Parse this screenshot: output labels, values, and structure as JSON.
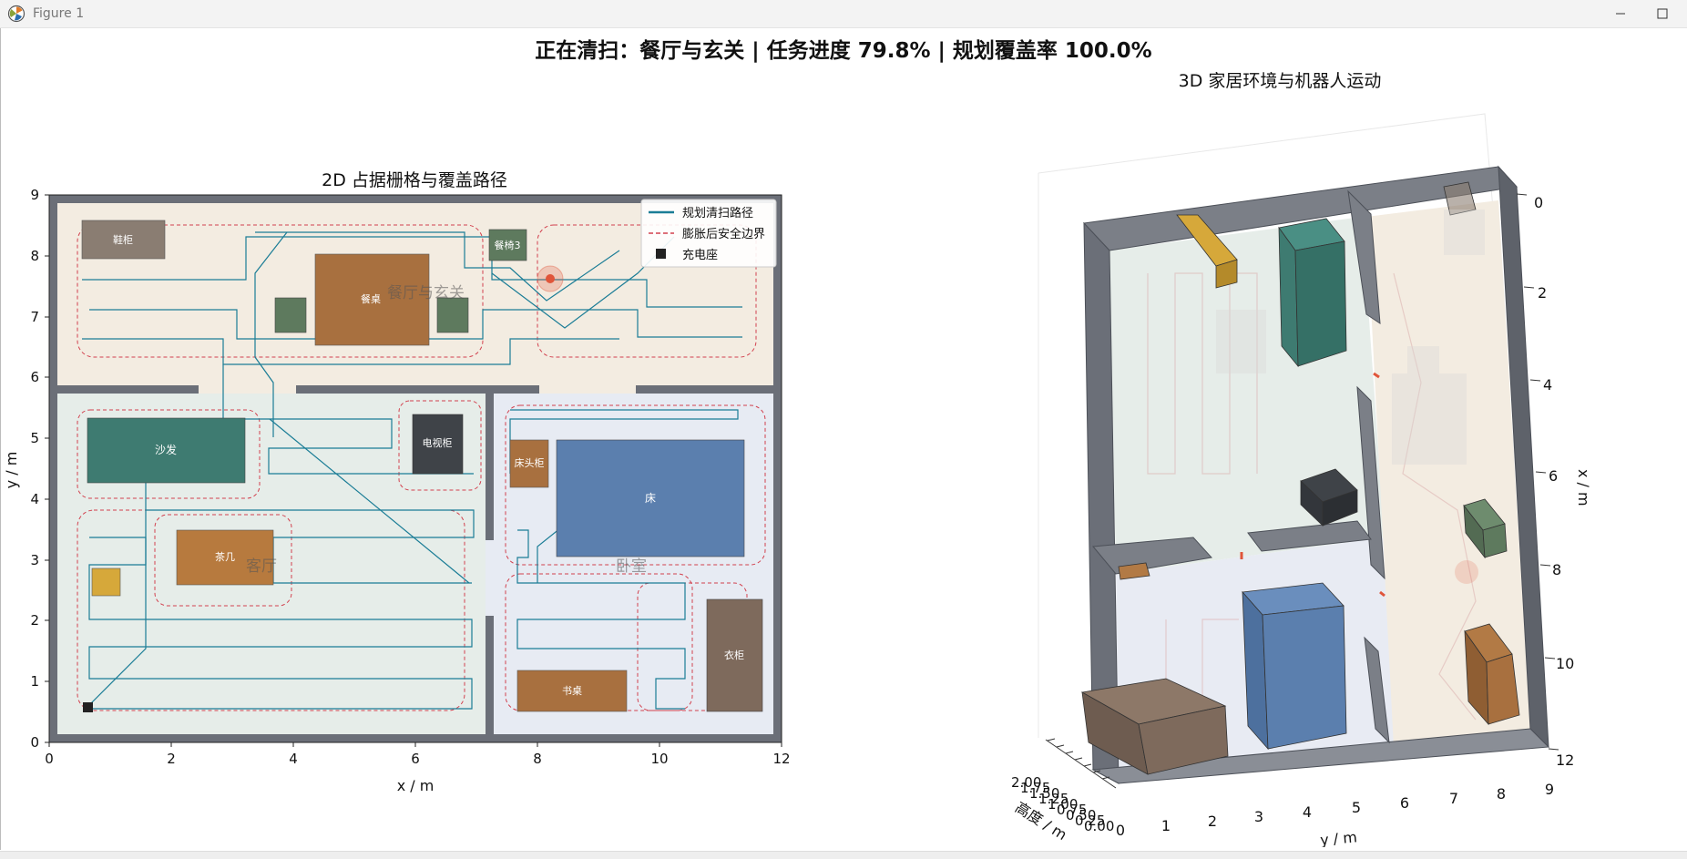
{
  "window": {
    "title": "Figure 1",
    "app_icon": "matplotlib-icon",
    "controls": [
      "minimize-icon",
      "maximize-icon"
    ]
  },
  "figure": {
    "suptitle": "正在清扫：餐厅与玄关  |  任务进度  79.8%  |  规划覆盖率 100.0%",
    "status": {
      "current_room": "餐厅与玄关",
      "task_progress_percent": 79.8,
      "coverage_percent": 100.0
    }
  },
  "plot2d": {
    "title": "2D 占据栅格与覆盖路径",
    "xlabel": "x / m",
    "ylabel": "y / m",
    "x_ticks": [
      "0",
      "2",
      "4",
      "6",
      "8",
      "10",
      "12"
    ],
    "y_ticks": [
      "0",
      "1",
      "2",
      "3",
      "4",
      "5",
      "6",
      "7",
      "8",
      "9"
    ],
    "legend": {
      "path": "规划清扫路径",
      "boundary": "膨胀后安全边界",
      "charger": "充电座"
    },
    "room_labels": {
      "dining": "餐厅与玄关",
      "living": "客厅",
      "bedroom": "卧室"
    },
    "furniture_labels": {
      "shoe_cabinet": "鞋柜",
      "dining_chair3": "餐椅3",
      "dining_table": "餐桌",
      "sofa": "沙发",
      "tv_cabinet": "电视柜",
      "bedside_table": "床头柜",
      "bed": "床",
      "coffee_table": "茶几",
      "wardrobe": "衣柜",
      "desk": "书桌"
    },
    "robot_position": {
      "x": 8.2,
      "y": 7.6
    },
    "charger_position": {
      "x": 0.6,
      "y": 0.6
    }
  },
  "plot3d": {
    "title": "3D 家居环境与机器人运动",
    "x_label": "x / m",
    "y_label": "y / m",
    "z_label": "高度 / m",
    "x_ticks": [
      "0",
      "2",
      "4",
      "6",
      "8",
      "10",
      "12"
    ],
    "y_ticks": [
      "0",
      "1",
      "2",
      "3",
      "4",
      "5",
      "6",
      "7",
      "8",
      "9"
    ],
    "z_ticks": [
      "2.00",
      "1.75",
      "1.50",
      "1.25",
      "1.00",
      "0.75",
      "0.50",
      "0.25",
      "0.00"
    ]
  },
  "colors": {
    "dining_floor": "#f3ece1",
    "living_floor": "#e6ede9",
    "bedroom_floor": "#e7ebf3",
    "wall": "#6b6f78",
    "path": "#1b7d96",
    "boundary": "#d2414e",
    "robot": "#e0553a",
    "bed": "#5b7fae",
    "sofa": "#3e7b71",
    "wood": "#a8703f",
    "chair": "#5e7a5e",
    "tv": "#3f4348",
    "wardrobe": "#7e6a5c",
    "shoe_cabinet": "#8a7d72",
    "ottoman": "#d6a83a"
  }
}
